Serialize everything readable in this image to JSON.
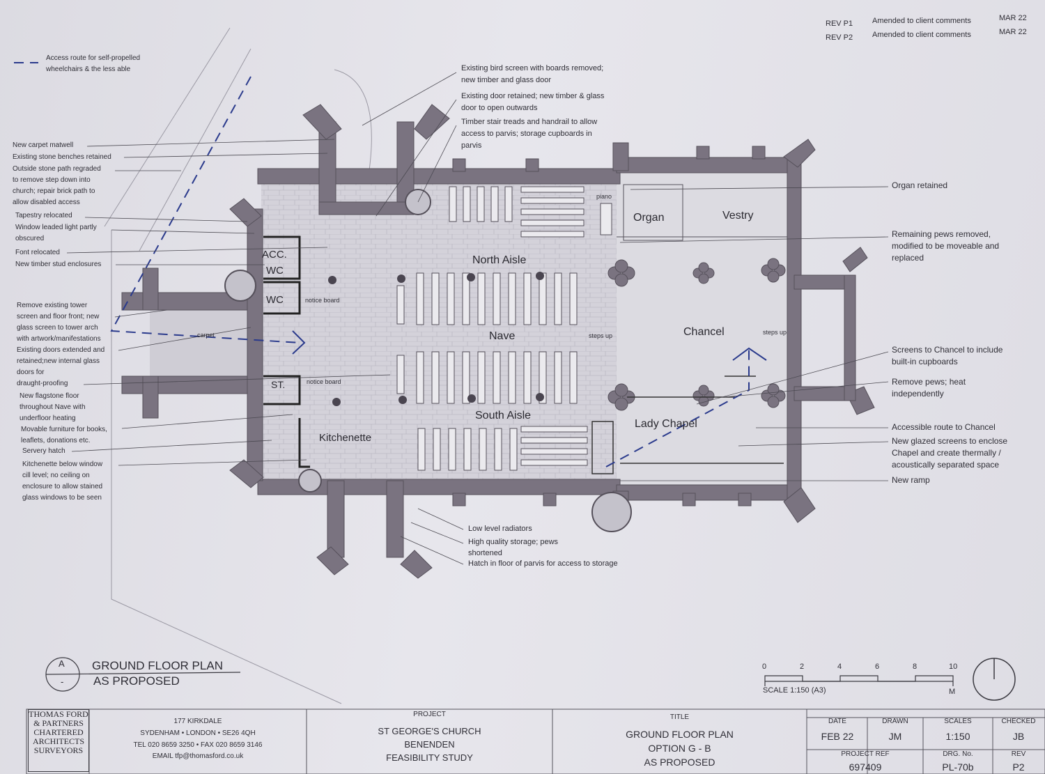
{
  "revisions": [
    {
      "rev": "REV P1",
      "note": "Amended to client comments",
      "date": "MAR 22"
    },
    {
      "rev": "REV P2",
      "note": "Amended to client comments",
      "date": "MAR 22"
    }
  ],
  "legend": {
    "text": "Access route for self-propelled\nwheelchairs & the less able"
  },
  "notes_left": [
    "New carpet matwell",
    "Existing stone benches retained",
    "Outside stone path regraded\nto remove step down into\nchurch; repair brick path to\nallow disabled access",
    "Tapestry relocated",
    "Window leaded light partly\nobscured",
    "Font relocated",
    "New timber stud enclosures",
    "Remove existing tower\nscreen and floor front; new\nglass screen to tower arch\nwith artwork/manifestations",
    "Existing doors extended and\nretained;new internal glass\ndoors for\ndraught-proofing",
    "New flagstone floor\nthroughout Nave with\nunderfloor heating",
    "Movable furniture for books,\nleaflets, donations etc.",
    "Servery hatch",
    "Kitchenette below window\ncill level; no ceiling on\nenclosure to allow stained\nglass windows to be seen"
  ],
  "notes_top": [
    "Existing bird screen with boards removed;\nnew timber and glass door",
    "Existing door retained; new timber & glass\ndoor to open outwards",
    "Timber stair treads and handrail to allow\naccess to parvis; storage cupboards in\nparvis"
  ],
  "notes_right": [
    "Organ retained",
    "Remaining pews removed,\nmodified to be moveable and\nreplaced",
    "Screens to Chancel to include\nbuilt-in cupboards",
    "Remove pews; heat\nindependently",
    "Accessible route to Chancel",
    "New glazed screens to enclose\nChapel and create thermally /\nacoustically separated space",
    "New ramp"
  ],
  "notes_bottom": [
    "Low level radiators",
    "High quality storage; pews\nshortened",
    "Hatch in floor of parvis for access to storage"
  ],
  "rooms": {
    "north_aisle": "North Aisle",
    "nave": "Nave",
    "south_aisle": "South Aisle",
    "organ": "Organ",
    "vestry": "Vestry",
    "chancel": "Chancel",
    "lady_chapel": "Lady Chapel",
    "kitchenette": "Kitchenette",
    "acc": "ACC.",
    "wc1": "WC",
    "wc2": "WC",
    "st": "ST."
  },
  "small_labels": {
    "piano": "piano",
    "notice_board_1": "notice board",
    "notice_board_2": "notice board",
    "steps_up_1": "steps up",
    "steps_up_2": "steps up",
    "carpet": "carpet"
  },
  "drawing_caption": {
    "ref_top": "A",
    "ref_bottom": "-",
    "title": "GROUND FLOOR PLAN",
    "subtitle": "AS PROPOSED"
  },
  "scale_bar": {
    "ticks": [
      "0",
      "2",
      "4",
      "6",
      "8",
      "10"
    ],
    "unit": "M",
    "label": "SCALE 1:150 (A3)"
  },
  "title_block": {
    "logo": "THOMAS FORD & PARTNERS CHARTERED ARCHITECTS SURVEYORS",
    "address": [
      "177 KIRKDALE",
      "SYDENHAM • LONDON • SE26 4QH",
      "TEL  020 8659 3250 • FAX  020 8659 3146",
      "EMAIL  tfp@thomasford.co.uk"
    ],
    "project_label": "PROJECT",
    "project": [
      "ST GEORGE'S CHURCH",
      "BENENDEN",
      "FEASIBILITY STUDY"
    ],
    "title_label": "TITLE",
    "title": [
      "GROUND FLOOR PLAN",
      "OPTION G - B",
      "AS PROPOSED"
    ],
    "date_label": "DATE",
    "date": "FEB 22",
    "drawn_label": "DRAWN",
    "drawn": "JM",
    "scales_label": "SCALES",
    "scales": "1:150",
    "checked_label": "CHECKED",
    "checked": "JB",
    "project_ref_label": "PROJECT REF",
    "project_ref": "697409",
    "drg_label": "DRG. No.",
    "drg": "PL-70b",
    "rev_label": "REV",
    "rev": "P2"
  },
  "colors": {
    "wall": "#7a7380",
    "floor": "#d2d0d8",
    "paper": "#e4e3e9",
    "ink": "#2f2e36",
    "route": "#2a3a8c"
  }
}
